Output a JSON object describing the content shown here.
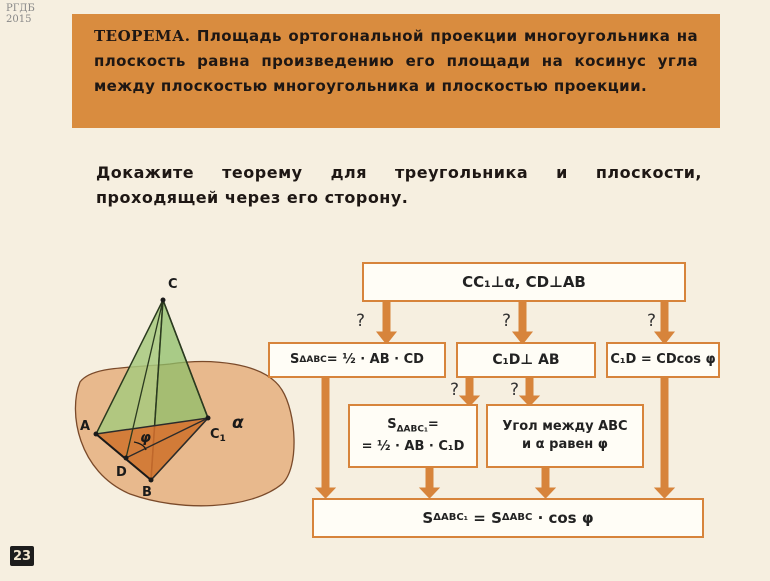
{
  "watermark": {
    "line1": "РГДБ",
    "line2": "2015"
  },
  "theorem": {
    "label": "ТЕОРЕМА.",
    "text": "Площадь ортогональной проекции многоугольника на плоскость равна произведению его площади на косинус угла между плоскостью многоугольника и плоскостью проекции."
  },
  "task": "Докажите теорему для треугольника и плоскости, проходящей через его сторону.",
  "figure": {
    "labels": {
      "C": "C",
      "A": "A",
      "D": "D",
      "B": "B",
      "C1": "C",
      "C1_sub": "1",
      "alpha": "α",
      "phi": "φ"
    }
  },
  "flowchart": {
    "top": "CC₁⊥α, CD⊥AB",
    "row2": {
      "left": "S",
      "left_sub": "ΔABC",
      "left_rest": "= ½ · AB · CD",
      "middle": "C₁D⊥ AB",
      "right": "C₁D = CDcos φ"
    },
    "row3": {
      "left_line1": "S",
      "left_line1_sub": "ΔABC₁",
      "left_line1_rest": "=",
      "left_line2": "= ½ · AB · C₁D",
      "right_line1": "Угол между ABC",
      "right_line2": "и α равен φ"
    },
    "bottom": {
      "a": "S",
      "a_sub": "ΔABC₁",
      "eq": " = ",
      "b": "S",
      "b_sub": "ΔABC",
      "rest": " · cos φ"
    },
    "question_mark": "?"
  },
  "colors": {
    "accent": "#d98c3f",
    "arrow": "#d7843b",
    "plane": "#e8b98d",
    "triangle": "#9fc27a",
    "projection": "#d9702e"
  },
  "page_number": "23"
}
